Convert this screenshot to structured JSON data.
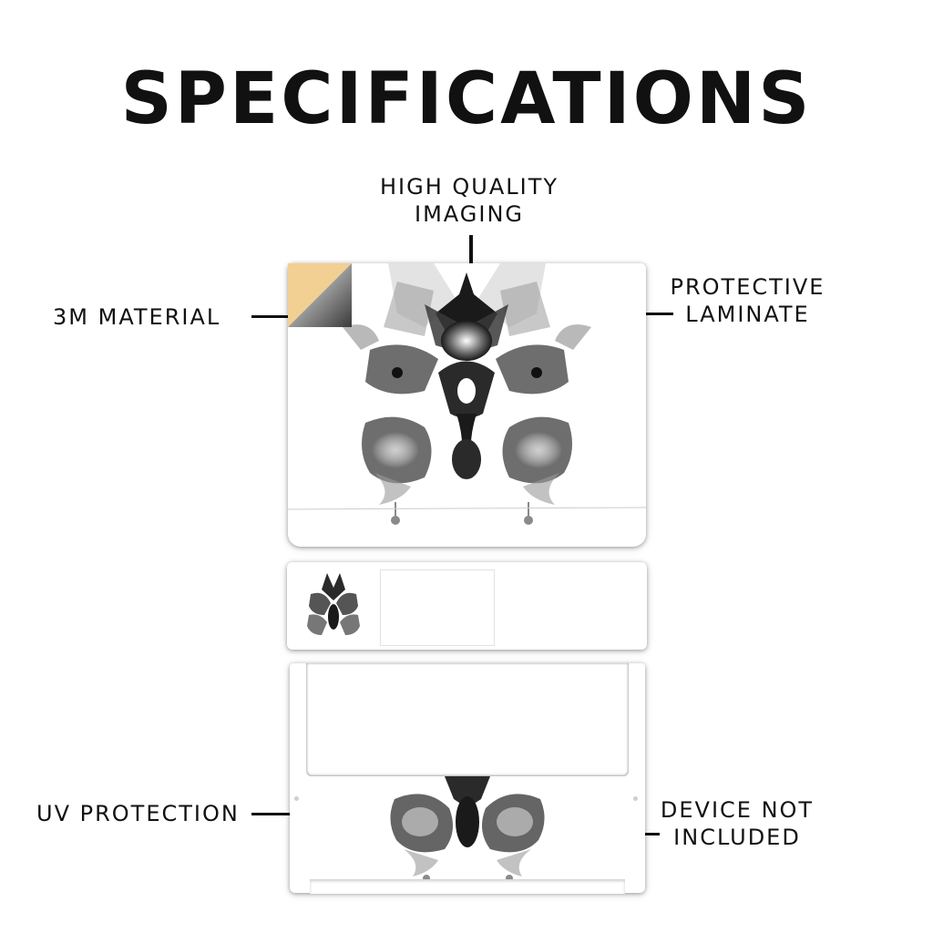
{
  "title": "SPECIFICATIONS",
  "callouts": {
    "high_quality_imaging": [
      "HIGH QUALITY",
      "IMAGING"
    ],
    "protective_laminate": [
      "PROTECTIVE",
      "LAMINATE"
    ],
    "material": "3M MATERIAL",
    "uv_protection": "UV PROTECTION",
    "device_not_included": [
      "DEVICE NOT",
      "INCLUDED"
    ]
  },
  "colors": {
    "text": "#111111",
    "peel_backing": "#f2cf92",
    "peel_foil": "#9a9a9a",
    "ink": "#1a1a1a"
  }
}
